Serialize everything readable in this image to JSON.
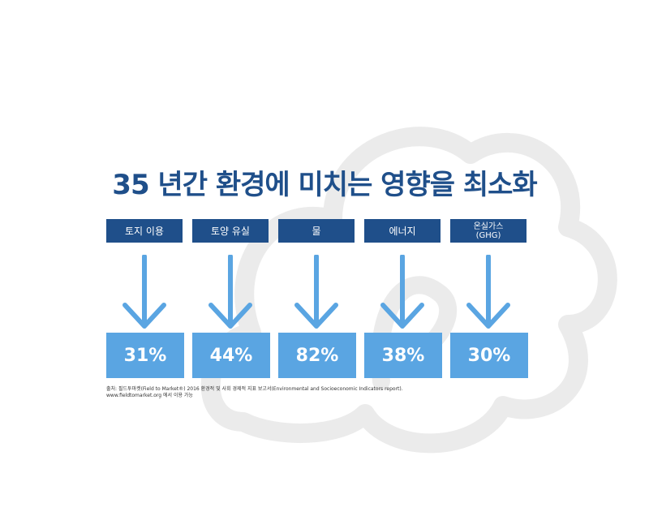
{
  "title": "35 년간 환경에 미치는 영향을 최소화",
  "categories": [
    {
      "label": "토지 이용",
      "value": "31%"
    },
    {
      "label": "토양 유실",
      "value": "44%"
    },
    {
      "label": "물",
      "value": "82%"
    },
    {
      "label": "에너지",
      "value": "38%"
    },
    {
      "label": "온실가스\n(GHG)",
      "value": "30%"
    }
  ],
  "source": {
    "line1": "출처: 필드투마켓(Field to Market®) 2016 환경적 및 사회 경제적 지표 보고서(Environmental and Socioeconomic Indicators report).",
    "line2": "www.fieldtomarket.org 에서 이용 가능"
  },
  "colors": {
    "title": "#1f4f8a",
    "label_bg": "#1f4f8a",
    "arrow": "#5aa5e2",
    "value_bg": "#5aa5e2",
    "cloud": "#ebebeb"
  }
}
